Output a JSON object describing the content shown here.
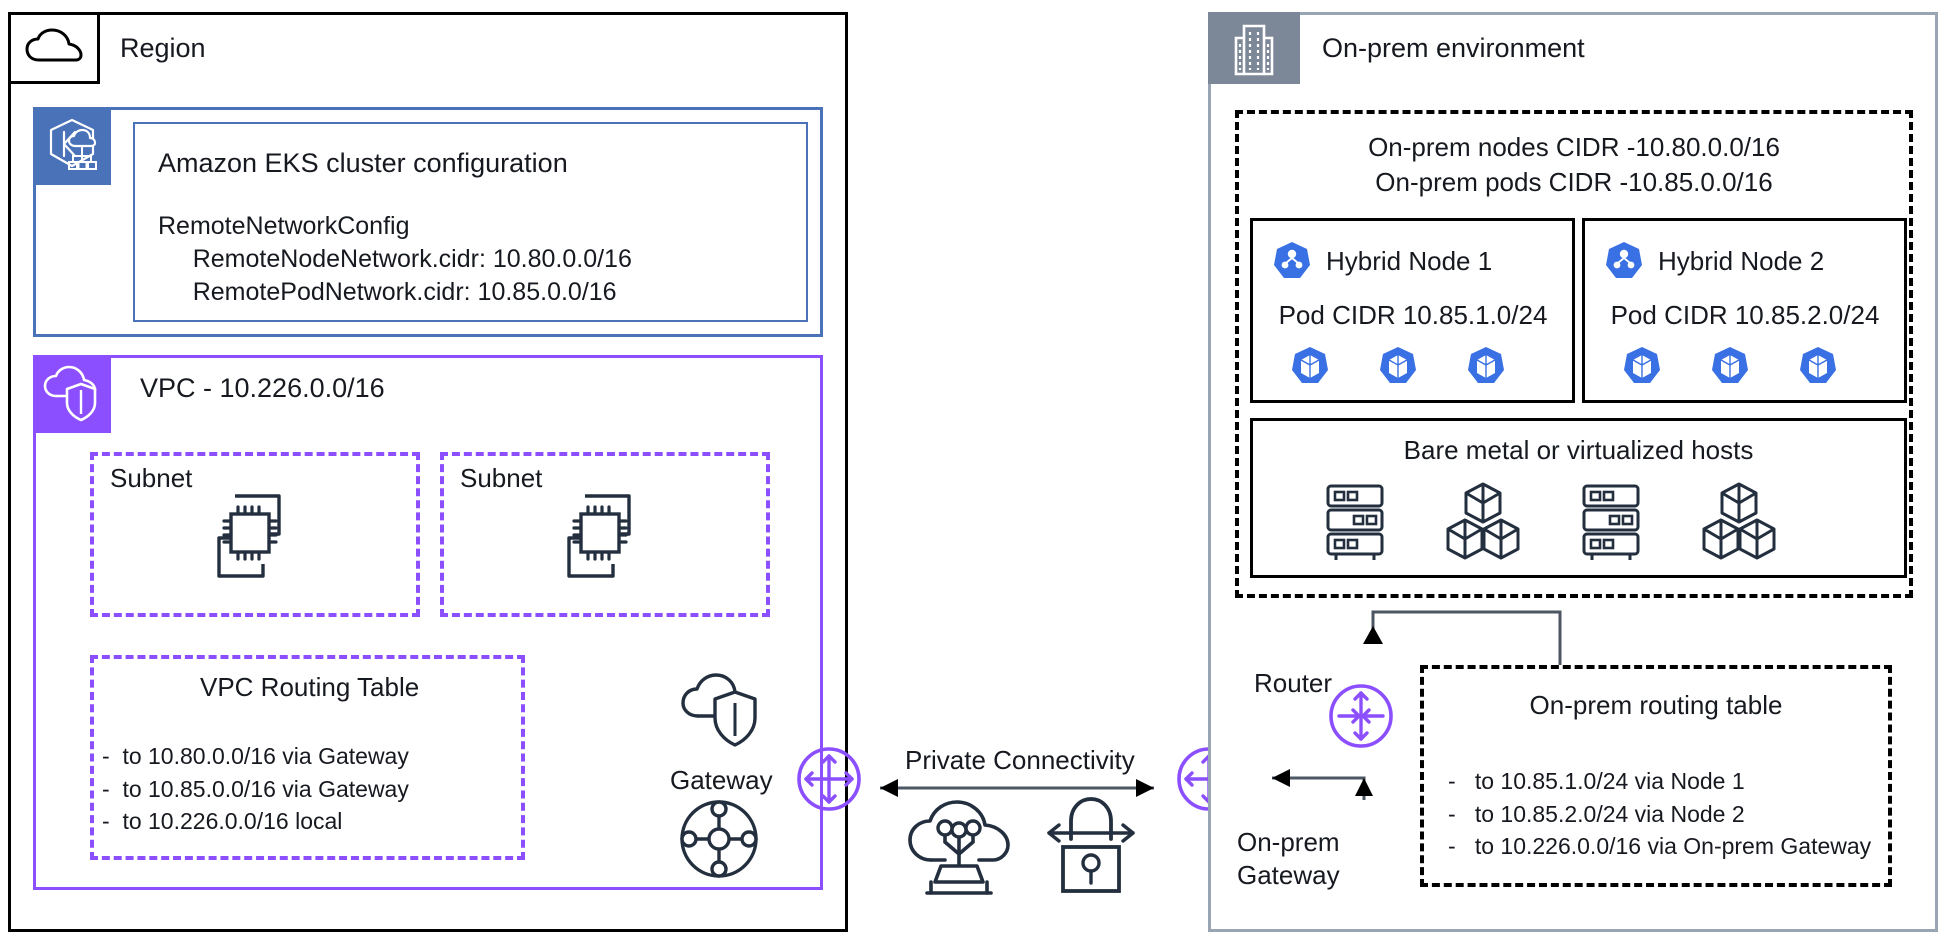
{
  "region": {
    "label": "Region",
    "icon": "cloud-region-icon",
    "eks": {
      "icon": "amazon-eks-icon",
      "title": "Amazon EKS cluster configuration",
      "config": "RemoteNetworkConfig\n     RemoteNodeNetwork.cidr: 10.80.0.0/16\n     RemotePodNetwork.cidr: 10.85.0.0/16"
    },
    "vpc": {
      "icon": "vpc-icon",
      "label": "VPC - 10.226.0.0/16",
      "subnets": [
        {
          "label": "Subnet",
          "icon": "ec2-instances-icon"
        },
        {
          "label": "Subnet",
          "icon": "ec2-instances-icon"
        }
      ],
      "routing_table": {
        "title": "VPC Routing Table",
        "routes": [
          "-  to 10.80.0.0/16 via Gateway",
          "-  to 10.85.0.0/16 via Gateway",
          "-  to 10.226.0.0/16 local"
        ]
      },
      "gateway": {
        "label": "Gateway",
        "icons": [
          "cloud-shield-icon",
          "mesh-network-icon"
        ]
      }
    }
  },
  "connectivity": {
    "label": "Private Connectivity",
    "icons": [
      "direct-connect-cloud-icon",
      "vpn-lock-icon"
    ],
    "left_node_icon": "gateway-node-icon",
    "right_node_icon": "gateway-node-icon"
  },
  "onprem": {
    "label": "On-prem environment",
    "icon": "building-icon",
    "cidr_lines": [
      "On-prem nodes CIDR -10.80.0.0/16",
      "On-prem pods CIDR -10.85.0.0/16"
    ],
    "nodes": [
      {
        "name": "Hybrid Node 1",
        "icon": "kubernetes-node-icon",
        "cidr": "Pod CIDR 10.85.1.0/24",
        "pods": 3,
        "pod_icon": "kubernetes-pod-icon"
      },
      {
        "name": "Hybrid Node 2",
        "icon": "kubernetes-node-icon",
        "cidr": "Pod CIDR 10.85.2.0/24",
        "pods": 3,
        "pod_icon": "kubernetes-pod-icon"
      }
    ],
    "hosts": {
      "title": "Bare metal or virtualized hosts",
      "icons": [
        "server-rack-icon",
        "cubes-icon",
        "server-rack-icon",
        "cubes-icon"
      ]
    },
    "router": {
      "label": "Router",
      "icon": "router-node-icon"
    },
    "gateway": {
      "label": "On-prem\nGateway",
      "icon": "gateway-node-icon"
    },
    "routing_table": {
      "title": "On-prem routing table",
      "routes": [
        "-   to 10.85.1.0/24 via Node 1",
        "-   to 10.85.2.0/24 via Node 2",
        "-   to 10.226.0.0/16 via On-prem Gateway"
      ]
    }
  },
  "colors": {
    "aws_blue": "#4a72b8",
    "aws_purple": "#8c4fff",
    "onprem_gray": "#7c8797",
    "icon_dark": "#232f3e",
    "k8s_blue": "#3970e4"
  }
}
